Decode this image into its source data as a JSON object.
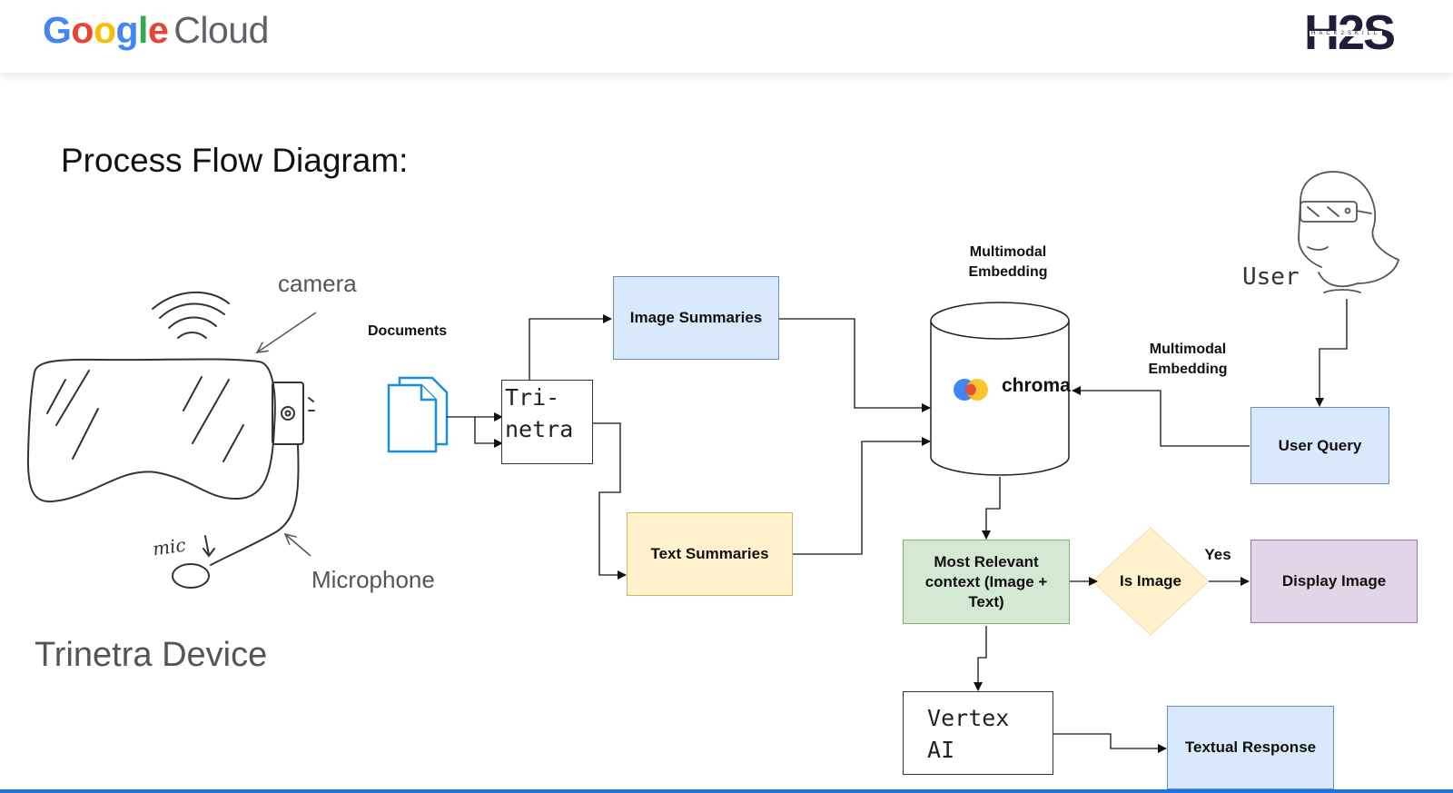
{
  "header": {
    "brand_word1": "Google",
    "brand_word2": "Cloud",
    "partner_logo_big": "H2S",
    "partner_logo_small": "HACK2SKILL"
  },
  "slide": {
    "title": "Process Flow Diagram:"
  },
  "device": {
    "title": "Trinetra Device",
    "camera_label": "camera",
    "microphone_label": "Microphone",
    "mic_note": "mic"
  },
  "flow": {
    "documents_label": "Documents",
    "trinetra_box": "Tri-\nnetra",
    "image_summaries": "Image Summaries",
    "text_summaries": "Text Summaries",
    "multimodal_embedding_top": "Multimodal\nEmbedding",
    "chroma_label": "chroma",
    "multimodal_embedding_side": "Multimodal\nEmbedding",
    "user_label": "User",
    "user_query": "User Query",
    "most_relevant": "Most Relevant context (Image + Text)",
    "is_image": "Is Image",
    "yes_label": "Yes",
    "display_image": "Display Image",
    "vertex_ai": " Vertex\n AI",
    "textual_response": "Textual Response"
  },
  "colors": {
    "google_blue": "#4285F4",
    "google_red": "#EA4335",
    "google_yellow": "#FBBC05",
    "google_green": "#34A853",
    "accent_bar": "#1a73e8",
    "box_blue": "#dae8fc",
    "box_yellow": "#fff2cc",
    "box_green": "#d5e8d4",
    "box_purple": "#e1d5e7",
    "documents_icon": "#1a8fd9"
  }
}
